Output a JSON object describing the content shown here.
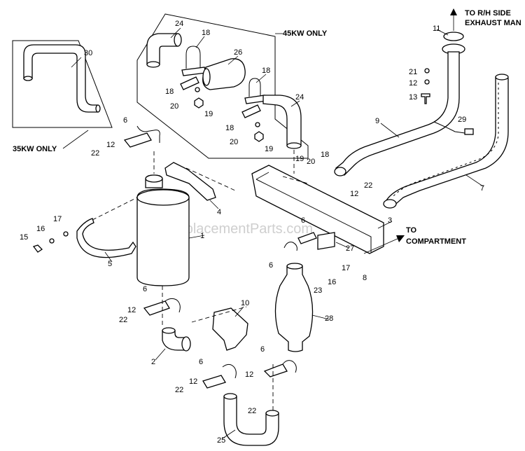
{
  "notes": {
    "kw35": "35KW ONLY",
    "kw45": "45KW ONLY",
    "rh_side_1": "TO R/H SIDE",
    "rh_side_2": "EXHAUST MAN",
    "compartment_1": "TO",
    "compartment_2": "COMPARTMENT"
  },
  "watermark": "eReplacementParts.com",
  "callouts": {
    "c30": "30",
    "c24a": "24",
    "c18a": "18",
    "c26": "26",
    "c18b": "18",
    "c18c": "18",
    "c20a": "20",
    "c19a": "19",
    "c18d": "18",
    "c24b": "24",
    "c20b": "20",
    "c19b": "19",
    "c11": "11",
    "c21": "21",
    "c12a": "12",
    "c13": "13",
    "c9": "9",
    "c29": "29",
    "c7": "7",
    "c6a": "6",
    "c22a": "22",
    "c12b": "12",
    "c19c": "19",
    "c20c": "20",
    "c18e": "18",
    "c12c": "12",
    "c22b": "22",
    "c3": "3",
    "c4": "4",
    "c1": "1",
    "c5": "5",
    "c15": "15",
    "c16a": "16",
    "c17a": "17",
    "c6b": "6",
    "c27": "27",
    "c6c": "6",
    "c8": "8",
    "c17b": "17",
    "c16b": "16",
    "c23": "23",
    "c6d": "6",
    "c12d": "12",
    "c22c": "22",
    "c10": "10",
    "c28": "28",
    "c2": "2",
    "c6e": "6",
    "c12e": "12",
    "c22d": "22",
    "c6f": "6",
    "c12f": "12",
    "c22e": "22",
    "c25": "25"
  }
}
